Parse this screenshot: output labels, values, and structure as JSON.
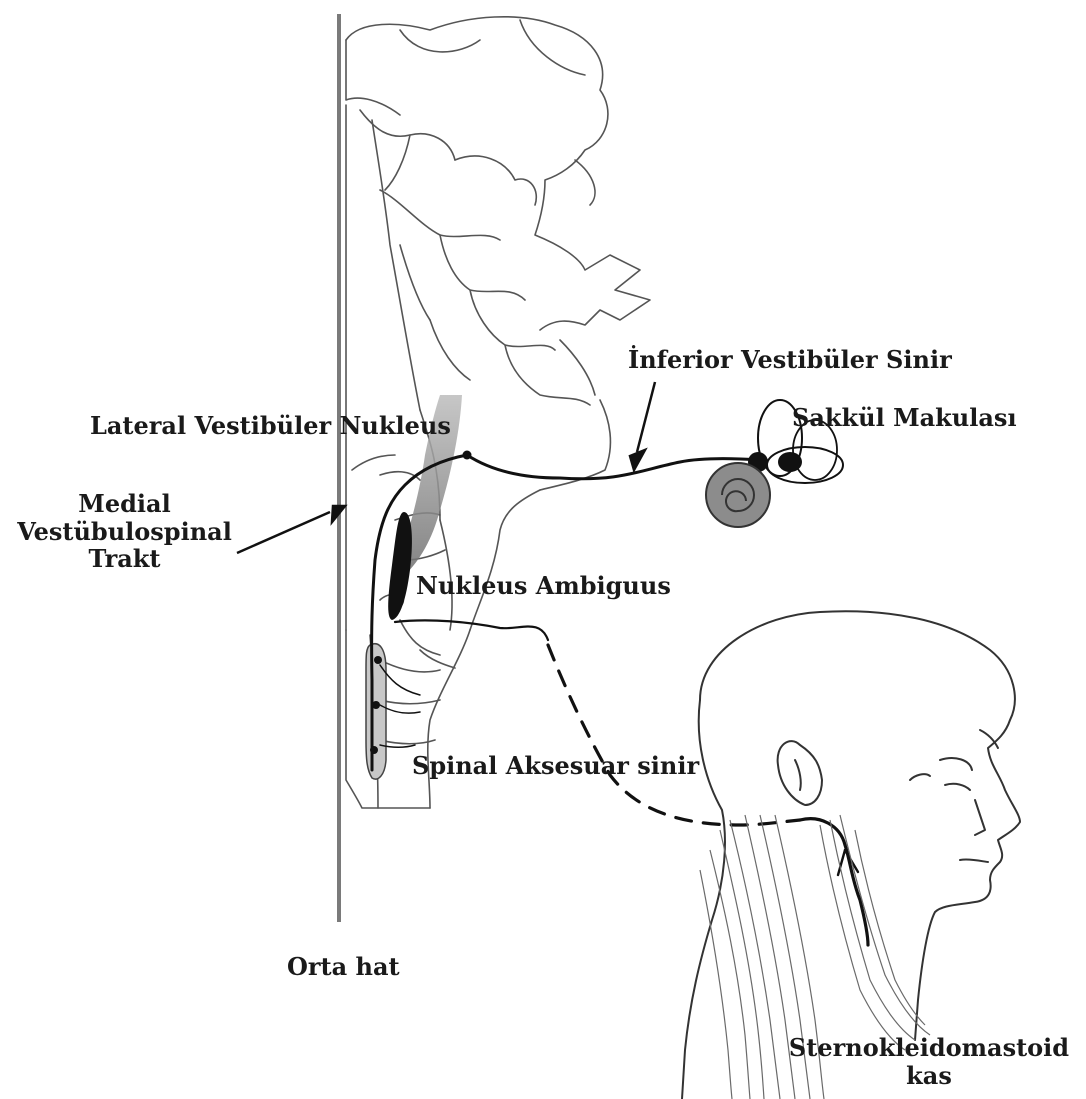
{
  "labels": {
    "inferior_vestibular_nerve": "İnferior Vestibüler Sinir",
    "saccule_macula": "Sakkül Makulası",
    "lateral_vestibular_nucleus": "Lateral Vestibüler Nukleus",
    "medial_tract_line1": "Medial",
    "medial_tract_line2": "Vestübulospinal",
    "medial_tract_line3": "Trakt",
    "nucleus_ambiguus": "Nukleus Ambiguus",
    "spinal_accessory_nerve": "Spinal Aksesuar sinir",
    "midline": "Orta hat",
    "scm_line1": "Sternokleidomastoid",
    "scm_line2": "kas"
  },
  "colors": {
    "ink": "#1a1a1a",
    "outline": "#555555",
    "midline": "#777777",
    "shade": "#9a9a9a",
    "cochlea": "#8c8c8c"
  }
}
